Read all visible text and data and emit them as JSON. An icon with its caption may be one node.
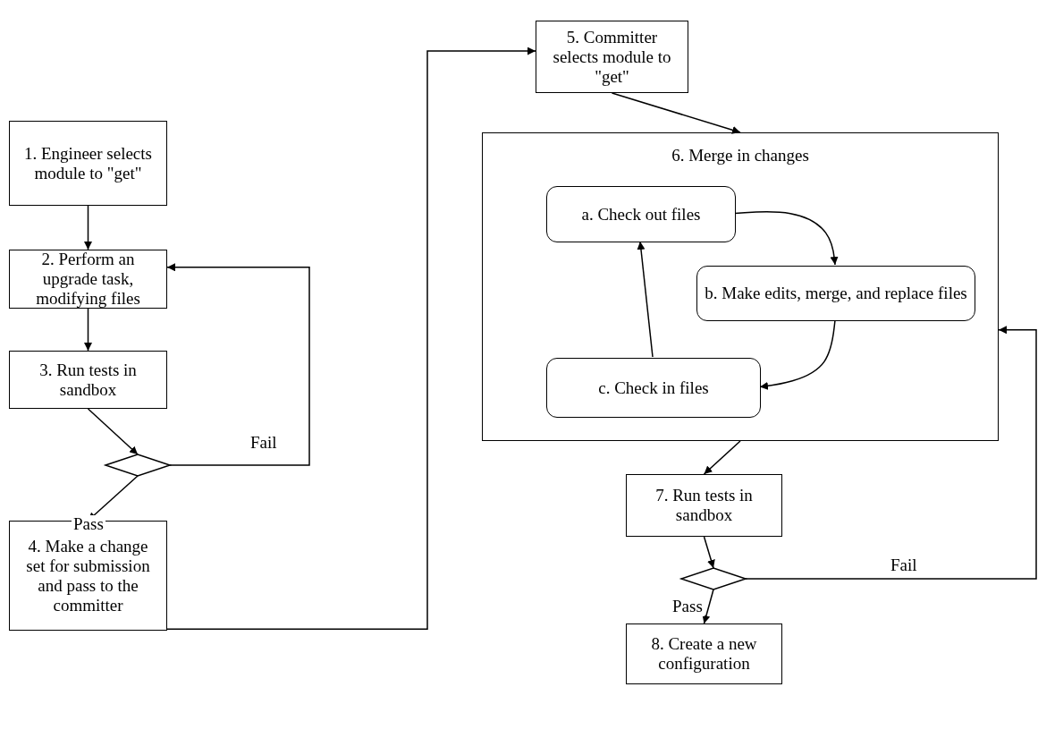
{
  "diagram": {
    "nodes": [
      {
        "text": [
          "1. Engineer selects module to \"get\""
        ]
      },
      {
        "text": [
          "2. Perform an upgrade task, modifying files"
        ]
      },
      {
        "text": [
          "3. Run tests in sandbox"
        ]
      },
      {
        "text": [],
        "shape": "diamond"
      },
      {
        "text": [
          "4. Make a change set for submission and pass to the committer"
        ]
      },
      {
        "text": [
          "5. Committer selects module to \"get\""
        ]
      },
      {
        "text": [
          "6. Merge in changes"
        ]
      },
      {
        "text": [
          "a. Check out files"
        ],
        "in": 6
      },
      {
        "text": [
          "b. Make edits, merge, and replace files"
        ],
        "in": 6
      },
      {
        "text": [
          "c. Check in files"
        ],
        "in": 6
      },
      {
        "text": [
          "7. Run tests in sandbox"
        ]
      },
      {
        "text": [],
        "shape": "diamond"
      },
      {
        "text": [
          "8. Create a new configuration"
        ]
      }
    ],
    "edges": [
      {
        "from": 0,
        "to": 1,
        "arrow": "to"
      },
      {
        "from": 1,
        "to": 2,
        "arrow": "to"
      },
      {
        "from": 2,
        "to": 3,
        "arrow": "to"
      },
      {
        "from": 3,
        "to": 4,
        "arrow": "to",
        "label": "Pass"
      },
      {
        "from": 3,
        "to": 1,
        "arrow": "to",
        "label": "Fail"
      },
      {
        "from": 4,
        "to": 5,
        "arrow": "to"
      },
      {
        "from": 5,
        "to": 6,
        "arrow": "to"
      },
      {
        "from": 7,
        "to": 8,
        "arrow": "to"
      },
      {
        "from": 8,
        "to": 9,
        "arrow": "to"
      },
      {
        "from": 9,
        "to": 7,
        "arrow": "to"
      },
      {
        "from": 6,
        "to": 10,
        "arrow": "to"
      },
      {
        "from": 10,
        "to": 11,
        "arrow": "to"
      },
      {
        "from": 11,
        "to": 12,
        "arrow": "to",
        "label": "Pass"
      },
      {
        "from": 11,
        "to": 6,
        "arrow": "to",
        "label": "Fail"
      }
    ]
  }
}
